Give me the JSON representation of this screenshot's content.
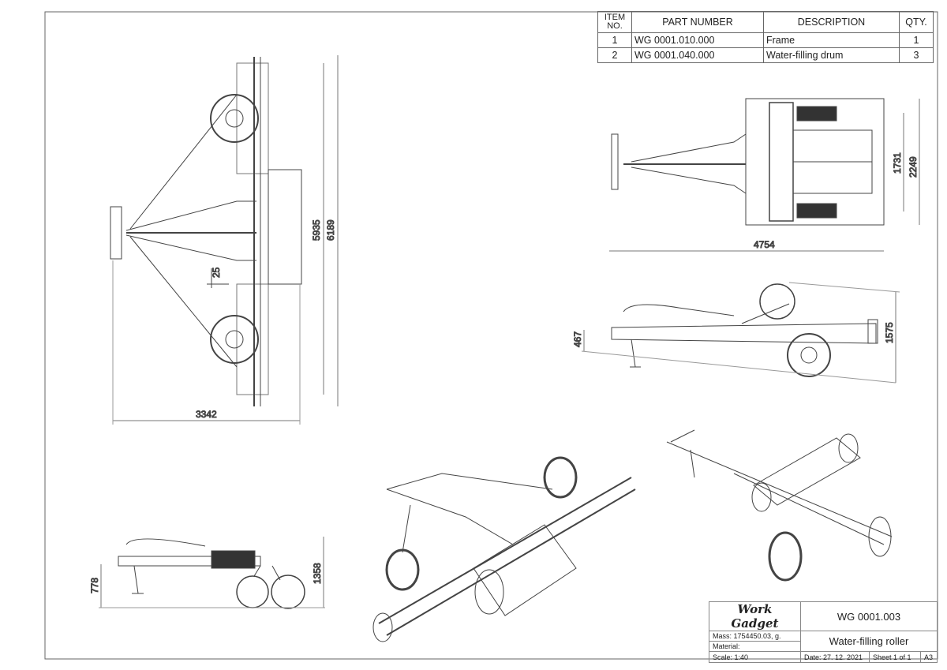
{
  "bom": {
    "headers": {
      "item": "ITEM NO.",
      "part": "PART NUMBER",
      "desc": "DESCRIPTION",
      "qty": "QTY."
    },
    "rows": [
      {
        "item": "1",
        "part": "WG 0001.010.000",
        "desc": "Frame",
        "qty": "1"
      },
      {
        "item": "2",
        "part": "WG 0001.040.000",
        "desc": "Water-filling drum",
        "qty": "3"
      }
    ]
  },
  "dimensions": {
    "top_inner_length": "5935",
    "top_overall_length": "6189",
    "top_offset": "25",
    "top_width": "3342",
    "plan_length": "4754",
    "plan_width_inner": "1731",
    "plan_width_overall": "2249",
    "side_hitch_height": "467",
    "side_overall_height": "1575",
    "front_hitch_height": "778",
    "front_overall_height": "1358"
  },
  "title_block": {
    "company": "Work Gadget",
    "drawing_number": "WG 0001.003",
    "mass": "Mass: 1754450.03, g.",
    "material": "Material:",
    "title": "Water-filling roller",
    "scale": "Scale: 1:40",
    "date": "Date: 27. 12. 2021",
    "sheet": "Sheet 1 of 1",
    "size": "A3"
  }
}
